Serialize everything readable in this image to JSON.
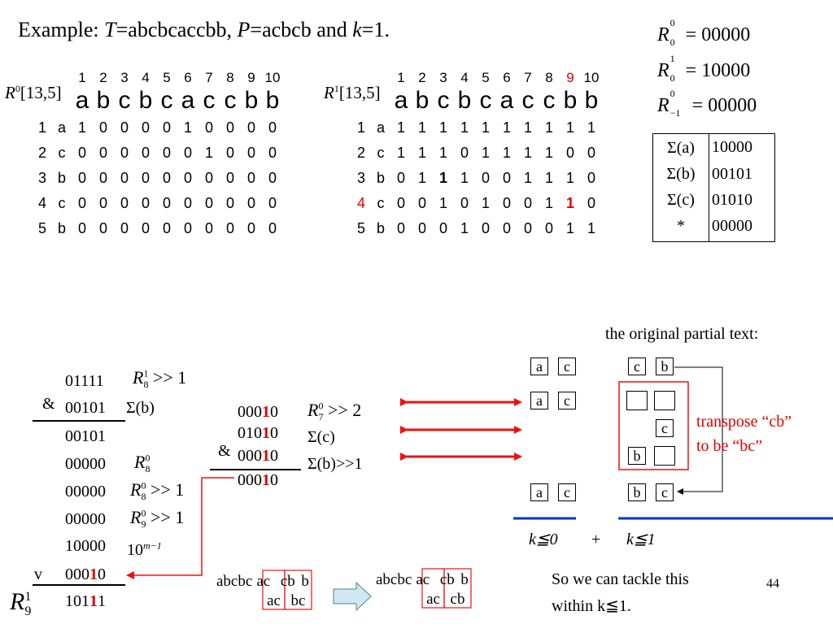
{
  "title": {
    "prefix": "Example: ",
    "T_var": "T",
    "T_val": "=abcbcaccbb, ",
    "P_var": "P",
    "P_val": "=acbcb and ",
    "k_var": "k",
    "k_val": "=1."
  },
  "top_right_eqs": [
    {
      "R": "R",
      "sup": "0",
      "sub": "0",
      "rhs": "= 00000"
    },
    {
      "R": "R",
      "sup": "1",
      "sub": "0",
      "rhs": "= 10000"
    },
    {
      "R": "R",
      "sup": "0",
      "sub": "−1",
      "rhs": "= 00000"
    }
  ],
  "sigma_table": [
    [
      "Σ(a)",
      "10000"
    ],
    [
      "Σ(b)",
      "00101"
    ],
    [
      "Σ(c)",
      "01010"
    ],
    [
      "*",
      "00000"
    ]
  ],
  "matrix_left": {
    "label_R": "R",
    "label_sup": "0",
    "label_rest": "[13,5]",
    "col_nums": [
      "1",
      "2",
      "3",
      "4",
      "5",
      "6",
      "7",
      "8",
      "9",
      "10"
    ],
    "text_letters": [
      "a",
      "b",
      "c",
      "b",
      "c",
      "a",
      "c",
      "c",
      "b",
      "b"
    ],
    "row_nums": [
      "1",
      "2",
      "3",
      "4",
      "5"
    ],
    "row_letters": [
      "a",
      "c",
      "b",
      "c",
      "b"
    ],
    "rows": [
      [
        "1",
        "0",
        "0",
        "0",
        "0",
        "1",
        "0",
        "0",
        "0",
        "0"
      ],
      [
        "0",
        "0",
        "0",
        "0",
        "0",
        "0",
        "1",
        "0",
        "0",
        "0"
      ],
      [
        "0",
        "0",
        "0",
        "0",
        "0",
        "0",
        "0",
        "0",
        "0",
        "0"
      ],
      [
        "0",
        "0",
        "0",
        "0",
        "0",
        "0",
        "0",
        "0",
        "0",
        "0"
      ],
      [
        "0",
        "0",
        "0",
        "0",
        "0",
        "0",
        "0",
        "0",
        "0",
        "0"
      ]
    ]
  },
  "matrix_right": {
    "label_R": "R",
    "label_sup": "1",
    "label_rest": "[13,5]",
    "col_nums": [
      "1",
      "2",
      "3",
      "4",
      "5",
      "6",
      "7",
      "8",
      "9",
      "10"
    ],
    "text_letters": [
      "a",
      "b",
      "c",
      "b",
      "c",
      "a",
      "c",
      "c",
      "b",
      "b"
    ],
    "row_nums": [
      "1",
      "2",
      "3",
      "4",
      "5"
    ],
    "row_letters": [
      "a",
      "c",
      "b",
      "c",
      "b"
    ],
    "rows": [
      [
        "1",
        "1",
        "1",
        "1",
        "1",
        "1",
        "1",
        "1",
        "1",
        "1"
      ],
      [
        "1",
        "1",
        "1",
        "0",
        "1",
        "1",
        "1",
        "1",
        "0",
        "0"
      ],
      [
        "0",
        "1",
        "1",
        "1",
        "0",
        "0",
        "1",
        "1",
        "1",
        "0"
      ],
      [
        "0",
        "0",
        "1",
        "0",
        "1",
        "0",
        "0",
        "1",
        "1",
        "0"
      ],
      [
        "0",
        "0",
        "0",
        "1",
        "0",
        "0",
        "0",
        "0",
        "1",
        "1"
      ]
    ]
  },
  "left_calc": {
    "lines": [
      "01111",
      "00101",
      "00101",
      "00000",
      "00000",
      "00000",
      "10000",
      "00010",
      "10111"
    ],
    "amp": "&",
    "v": "v",
    "notes": [
      {
        "R": "R",
        "sup": "1",
        "sub": "8",
        "rest": " >> 1"
      },
      {
        "text": "Σ(b)"
      },
      {
        "R": "R",
        "sup": "0",
        "sub": "8",
        "rest": ""
      },
      {
        "R": "R",
        "sup": "0",
        "sub": "8",
        "rest": " >> 1"
      },
      {
        "R": "R",
        "sup": "0",
        "sub": "9",
        "rest": " >> 1"
      },
      {
        "text": "10",
        "sup": "m−1"
      }
    ],
    "final": {
      "R": "R",
      "sup": "1",
      "sub": "9"
    }
  },
  "mid_calc": {
    "lines": [
      "00010",
      "01010",
      "00010",
      "00010"
    ],
    "amp": "&",
    "notes": [
      {
        "R": "R",
        "sup": "0",
        "sub": "7",
        "rest": " >> 2"
      },
      {
        "text": "Σ(c)"
      },
      {
        "text": "Σ(b)>>1"
      }
    ]
  },
  "partial": {
    "header": "the original partial text:",
    "transpose": "transpose “cb”",
    "to_be": "to be “bc”",
    "k0": "k≦0",
    "plus": "+",
    "k1": "k≦1"
  },
  "bottom": {
    "t1_pre": "abcbc",
    "t1_a": "ac",
    "t1_b": "cb",
    "t1_post": "b",
    "t1_under_a": "ac",
    "t1_under_b": "bc",
    "t2_pre": "abcbc",
    "t2_a": "ac",
    "t2_b": "cb",
    "t2_post": "b",
    "t2_under_a": "ac",
    "t2_under_b": "cb",
    "conclusion_1": "So we can tackle this",
    "conclusion_2": "within k≦1.",
    "page": "44"
  },
  "colors": {
    "red": "#e00000",
    "blue": "#0033cc",
    "arrow": "#ee1111",
    "arrow_fill": "#cfe8f2"
  }
}
